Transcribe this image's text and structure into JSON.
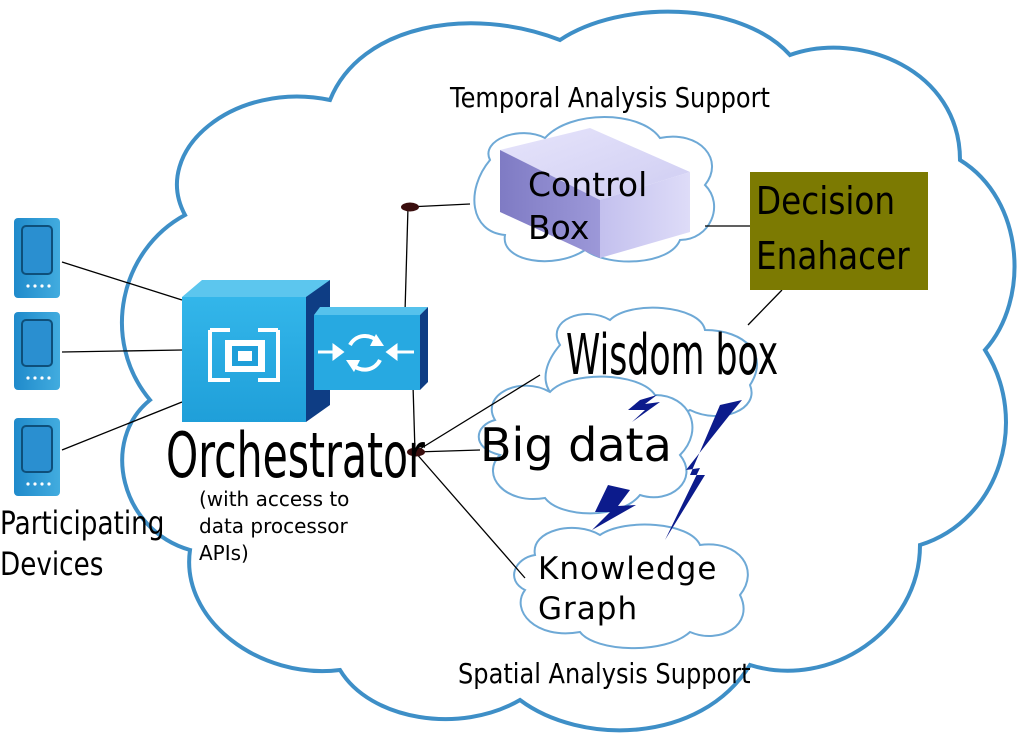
{
  "diagram": {
    "temporal_label": "Temporal Analysis Support",
    "spatial_label": "Spatial Analysis Support",
    "control_box": {
      "line1": "Control",
      "line2": "Box"
    },
    "decision": {
      "line1": "Decision",
      "line2": "Enahacer"
    },
    "wisdom": "Wisdom box",
    "bigdata": "Big data",
    "knowledge": {
      "line1": "Knowledge",
      "line2": "Graph"
    },
    "orchestrator": {
      "title": "Orchestrator",
      "sub1": "(with access to",
      "sub2": "data processor",
      "sub3": "APIs)"
    },
    "devices": {
      "line1": "Participating",
      "line2": "Devices"
    }
  },
  "colors": {
    "cloud_outline": "#3e8fc7",
    "device_blue": "#2f9ad6",
    "orchestrator_blue": "#27a9e1",
    "control_box_purple": "#9d9ad6",
    "decision_olive": "#7c7a02",
    "lightning_navy": "#0c1b8c",
    "connector_dot": "#3a0e0e"
  }
}
